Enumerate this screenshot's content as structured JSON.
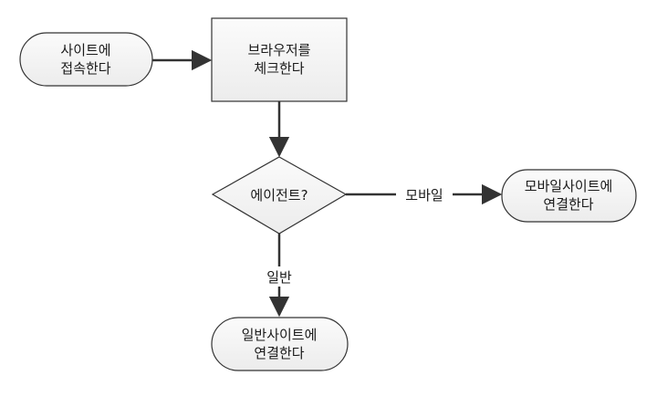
{
  "diagram": {
    "nodes": {
      "start": {
        "line1": "사이트에",
        "line2": "접속한다"
      },
      "check": {
        "line1": "브라우저를",
        "line2": "체크한다"
      },
      "decision": {
        "label": "에이전트?"
      },
      "mobile": {
        "line1": "모바일사이트에",
        "line2": "연결한다"
      },
      "general": {
        "line1": "일반사이트에",
        "line2": "연결한다"
      }
    },
    "edges": {
      "mobile_label": "모바일",
      "general_label": "일반"
    },
    "colors": {
      "stroke": "#333333",
      "fill": "#f2f2f2",
      "background": "#ffffff"
    }
  }
}
